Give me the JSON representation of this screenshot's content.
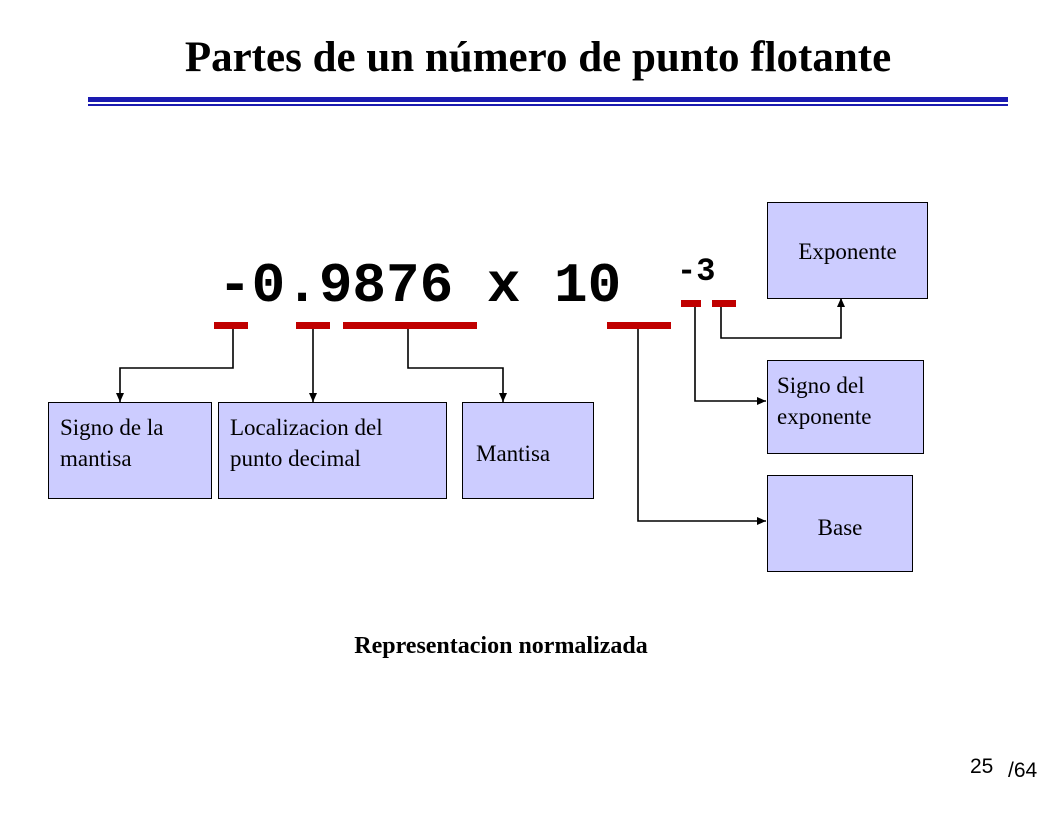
{
  "slide": {
    "title": "Partes de un número de punto flotante",
    "number_main": "-0.9876 x 10",
    "number_exponent": "-3",
    "caption": "Representacion normalizada",
    "page_number": "25",
    "page_total": "/64"
  },
  "boxes": {
    "signo_mantisa": [
      "Signo de la",
      "mantisa"
    ],
    "punto_decimal": [
      "Localizacion del",
      "punto decimal"
    ],
    "mantisa": "Mantisa",
    "exponente": "Exponente",
    "signo_exponente": [
      "Signo del",
      "exponente"
    ],
    "base": "Base"
  },
  "colors": {
    "rule": "#1a1ab0",
    "underline_marks": "#c00000",
    "box_fill": "#ccccff",
    "text": "#000000"
  }
}
